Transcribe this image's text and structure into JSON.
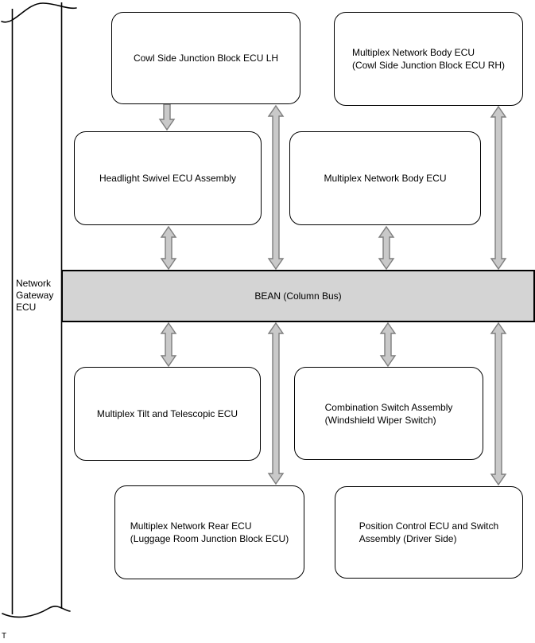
{
  "diagram": {
    "gateway": {
      "label": "Network\nGateway\nECU"
    },
    "bus": {
      "label": "BEAN (Column Bus)"
    },
    "nodes": [
      {
        "id": "cowl-side-junction-lh",
        "label": "Cowl Side Junction Block ECU LH"
      },
      {
        "id": "multiplex-body-rh",
        "label": "Multiplex Network Body ECU\n(Cowl Side Junction Block ECU RH)"
      },
      {
        "id": "headlight-swivel",
        "label": "Headlight Swivel ECU Assembly"
      },
      {
        "id": "multiplex-body",
        "label": "Multiplex Network Body ECU"
      },
      {
        "id": "tilt-telescopic",
        "label": "Multiplex Tilt and Telescopic ECU"
      },
      {
        "id": "combination-switch",
        "label": "Combination Switch Assembly\n(Windshield Wiper Switch)"
      },
      {
        "id": "multiplex-rear",
        "label": "Multiplex Network Rear ECU\n(Luggage Room Junction Block ECU)"
      },
      {
        "id": "position-control",
        "label": "Position Control ECU and Switch\nAssembly (Driver Side)"
      }
    ],
    "connections": [
      {
        "from": "Cowl Side Junction Block ECU LH",
        "to": "Headlight Swivel ECU Assembly",
        "bidirectional": false
      },
      {
        "from": "Cowl Side Junction Block ECU LH",
        "to": "BEAN (Column Bus)",
        "bidirectional": true
      },
      {
        "from": "Multiplex Network Body ECU (Cowl Side Junction Block ECU RH)",
        "to": "BEAN (Column Bus)",
        "bidirectional": true
      },
      {
        "from": "Headlight Swivel ECU Assembly",
        "to": "BEAN (Column Bus)",
        "bidirectional": true
      },
      {
        "from": "Multiplex Network Body ECU",
        "to": "BEAN (Column Bus)",
        "bidirectional": true
      },
      {
        "from": "BEAN (Column Bus)",
        "to": "Multiplex Tilt and Telescopic ECU",
        "bidirectional": true
      },
      {
        "from": "BEAN (Column Bus)",
        "to": "Combination Switch Assembly (Windshield Wiper Switch)",
        "bidirectional": true
      },
      {
        "from": "BEAN (Column Bus)",
        "to": "Multiplex Network Rear ECU (Luggage Room Junction Block ECU)",
        "bidirectional": true
      },
      {
        "from": "BEAN (Column Bus)",
        "to": "Position Control ECU and Switch Assembly (Driver Side)",
        "bidirectional": true
      }
    ],
    "footer_mark": "T",
    "colors": {
      "bus_fill": "#d4d4d4",
      "arrow_fill": "#c9c9c9",
      "arrow_stroke": "#7d7d7d",
      "line": "#000000"
    }
  }
}
